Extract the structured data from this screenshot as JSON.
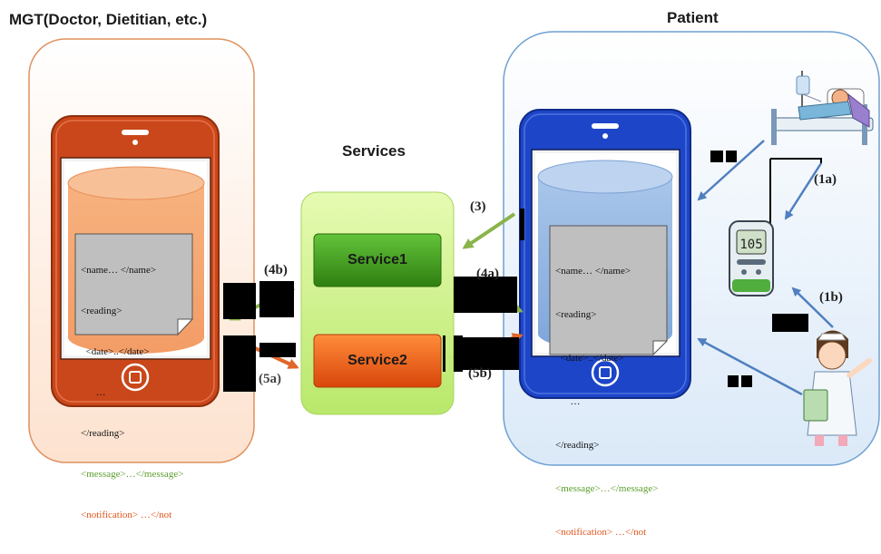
{
  "headings": {
    "mgt": "MGT(Doctor, Dietitian, etc.)",
    "patient": "Patient",
    "services": "Services"
  },
  "services": {
    "service1": "Service1",
    "service2": "Service2"
  },
  "steps": {
    "s1a": "(1a)",
    "s1b": "(1b)",
    "s3": "(3)",
    "s4a": "(4a)",
    "s4b": "(4b)",
    "s5a": "(5a)",
    "s5b": "(5b)"
  },
  "document": {
    "line1": "<name… </name>",
    "line2": "<reading>",
    "line3": "  <date>..</date>",
    "line4": "      …",
    "line5": "</reading>",
    "line6": "<message>…</message>",
    "line7": "<notification> …</not"
  },
  "colors": {
    "mgt_phone": "#c9471a",
    "patient_phone": "#1d45c8",
    "service1": "#3c9a15",
    "service2": "#e45a12",
    "services_panel": "#c8f07c",
    "arrow_blue": "#4f7fc0",
    "arrow_green": "#8ab44a",
    "arrow_orange": "#e0662a"
  },
  "icons": [
    "hospital-bed-patient-icon",
    "glucometer-icon",
    "nurse-icon"
  ]
}
